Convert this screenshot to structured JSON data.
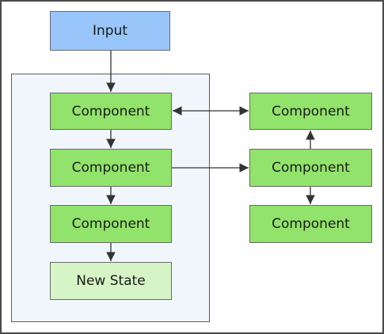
{
  "diagram": {
    "input": {
      "label": "Input"
    },
    "main_flow": {
      "component_1": "Component",
      "component_2": "Component",
      "component_3": "Component",
      "new_state": "New State"
    },
    "side_flow": {
      "component_top": "Component",
      "component_middle": "Component",
      "component_bottom": "Component"
    }
  },
  "colors": {
    "input_fill": "#99c6fa",
    "component_fill": "#92e36b",
    "new_state_fill": "#d6f5c6",
    "container_fill": "#f0f6fc",
    "arrow": "#333333"
  }
}
